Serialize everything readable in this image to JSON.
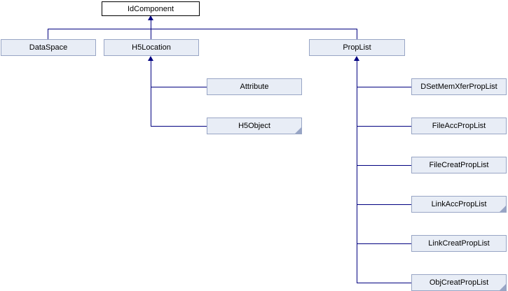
{
  "diagram": {
    "type": "class-inheritance-diagram",
    "edge_color": "#000080",
    "node_fill": "#E8EDF6",
    "node_border": "#98A5C5",
    "root_node_fill": "#FFFFFF",
    "root_node_border": "#000000"
  },
  "nodes": {
    "idcomponent": {
      "label": "IdComponent",
      "has_hidden_subclasses": false
    },
    "dataspace": {
      "label": "DataSpace",
      "has_hidden_subclasses": false
    },
    "h5location": {
      "label": "H5Location",
      "has_hidden_subclasses": false
    },
    "proplist": {
      "label": "PropList",
      "has_hidden_subclasses": false
    },
    "attribute": {
      "label": "Attribute",
      "has_hidden_subclasses": false
    },
    "h5object": {
      "label": "H5Object",
      "has_hidden_subclasses": true
    },
    "dsetmemxferproplist": {
      "label": "DSetMemXferPropList",
      "has_hidden_subclasses": false
    },
    "fileaccproplist": {
      "label": "FileAccPropList",
      "has_hidden_subclasses": false
    },
    "filecreatproplist": {
      "label": "FileCreatPropList",
      "has_hidden_subclasses": false
    },
    "linkaccproplist": {
      "label": "LinkAccPropList",
      "has_hidden_subclasses": true
    },
    "linkcreatproplist": {
      "label": "LinkCreatPropList",
      "has_hidden_subclasses": false
    },
    "objcreatproplist": {
      "label": "ObjCreatPropList",
      "has_hidden_subclasses": true
    }
  },
  "edges": [
    {
      "derived": "DataSpace",
      "base": "IdComponent"
    },
    {
      "derived": "H5Location",
      "base": "IdComponent"
    },
    {
      "derived": "PropList",
      "base": "IdComponent"
    },
    {
      "derived": "Attribute",
      "base": "H5Location"
    },
    {
      "derived": "H5Object",
      "base": "H5Location"
    },
    {
      "derived": "DSetMemXferPropList",
      "base": "PropList"
    },
    {
      "derived": "FileAccPropList",
      "base": "PropList"
    },
    {
      "derived": "FileCreatPropList",
      "base": "PropList"
    },
    {
      "derived": "LinkAccPropList",
      "base": "PropList"
    },
    {
      "derived": "LinkCreatPropList",
      "base": "PropList"
    },
    {
      "derived": "ObjCreatPropList",
      "base": "PropList"
    }
  ]
}
